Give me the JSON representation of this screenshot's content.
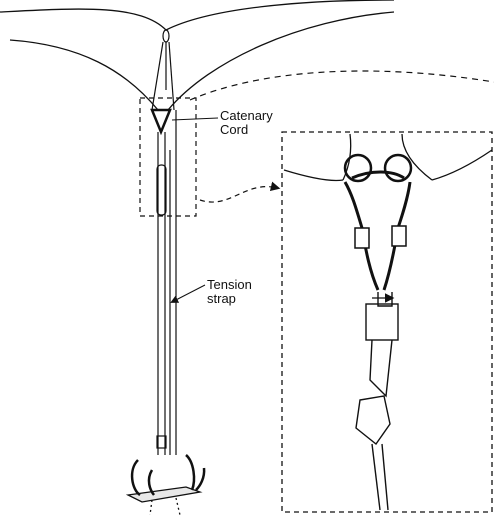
{
  "labels": {
    "catenary_line1": "Catenary",
    "catenary_line2": "Cord",
    "tension_line1": "Tension",
    "tension_line2": "strap"
  },
  "colors": {
    "ink": "#111111",
    "background": "#ffffff"
  }
}
